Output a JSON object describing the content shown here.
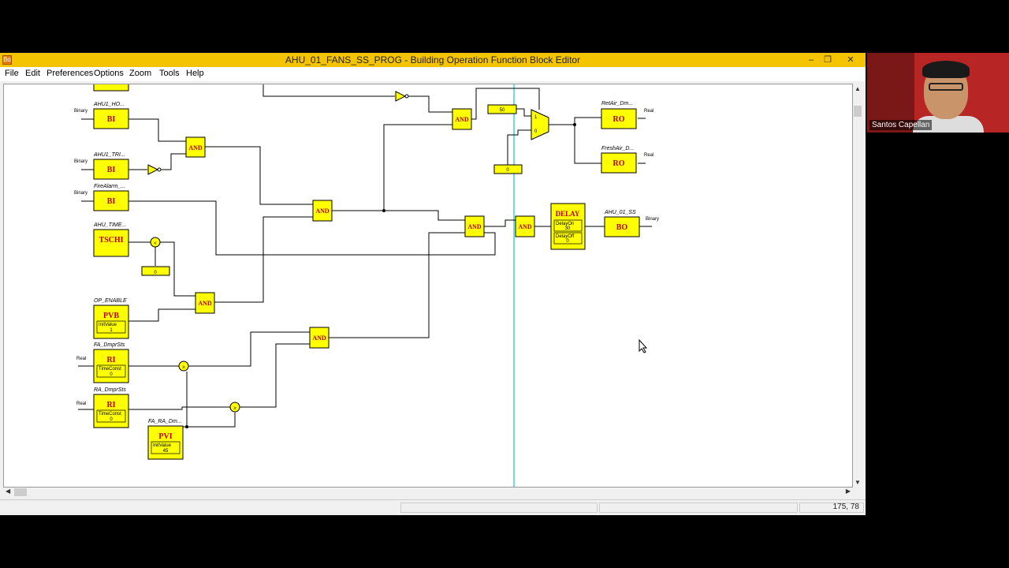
{
  "window": {
    "title": "AHU_01_FANS_SS_PROG - Building Operation Function Block Editor",
    "minimize": "–",
    "restore": "❐",
    "close": "✕",
    "app_icon": "Bo"
  },
  "menu": [
    "File",
    "Edit",
    "Preferences",
    "Options",
    "Zoom",
    "Tools",
    "Help"
  ],
  "status": {
    "coordinates": "175, 78"
  },
  "video": {
    "participant": "Santos Capellan"
  },
  "blocks": {
    "bi1": {
      "tag": "AHU1_HO...",
      "label": "BI",
      "input": "Binary"
    },
    "bi2": {
      "tag": "AHU1_TRI...",
      "label": "BI",
      "input": "Binary"
    },
    "bi3": {
      "tag": "FireAlarm_...",
      "label": "BI",
      "input": "Binary"
    },
    "tschi": {
      "tag": "AHU_TIME...",
      "label": "TSCHI"
    },
    "tschi_const": "0",
    "pvb": {
      "tag": "OP_ENABLE",
      "label": "PVB",
      "param": "InitValue",
      "value": "1"
    },
    "ri1": {
      "tag": "FA_DmprSts",
      "label": "RI",
      "param": "TimeConst",
      "value": "0",
      "input": "Real"
    },
    "ri2": {
      "tag": "RA_DmprSts",
      "label": "RI",
      "param": "TimeConst",
      "value": "0",
      "input": "Real"
    },
    "pvi": {
      "tag": "FA_RA_Dm...",
      "label": "PVI",
      "param": "InitValue",
      "value": "45"
    },
    "and_label": "AND",
    "const_50": "50",
    "const_0": "0",
    "mux_in1": "1",
    "mux_in0": "0",
    "ro1": {
      "tag": "RetAir_Dm...",
      "label": "RO",
      "output": "Real"
    },
    "ro2": {
      "tag": "FreshAir_D...",
      "label": "RO",
      "output": "Real"
    },
    "delay": {
      "label": "DELAY",
      "p1": "DelayOn",
      "v1": "30",
      "p2": "DelayOff",
      "v2": "0"
    },
    "bo": {
      "tag": "AHU_01_SS",
      "label": "BO",
      "output": "Binary"
    },
    "cmp_lt": "<",
    "cmp_ge": "≥"
  },
  "colors": {
    "block_fill": "#ffff00",
    "block_label": "#c00000",
    "titlebar": "#f5c400",
    "guide_line": "#40d0e0"
  }
}
